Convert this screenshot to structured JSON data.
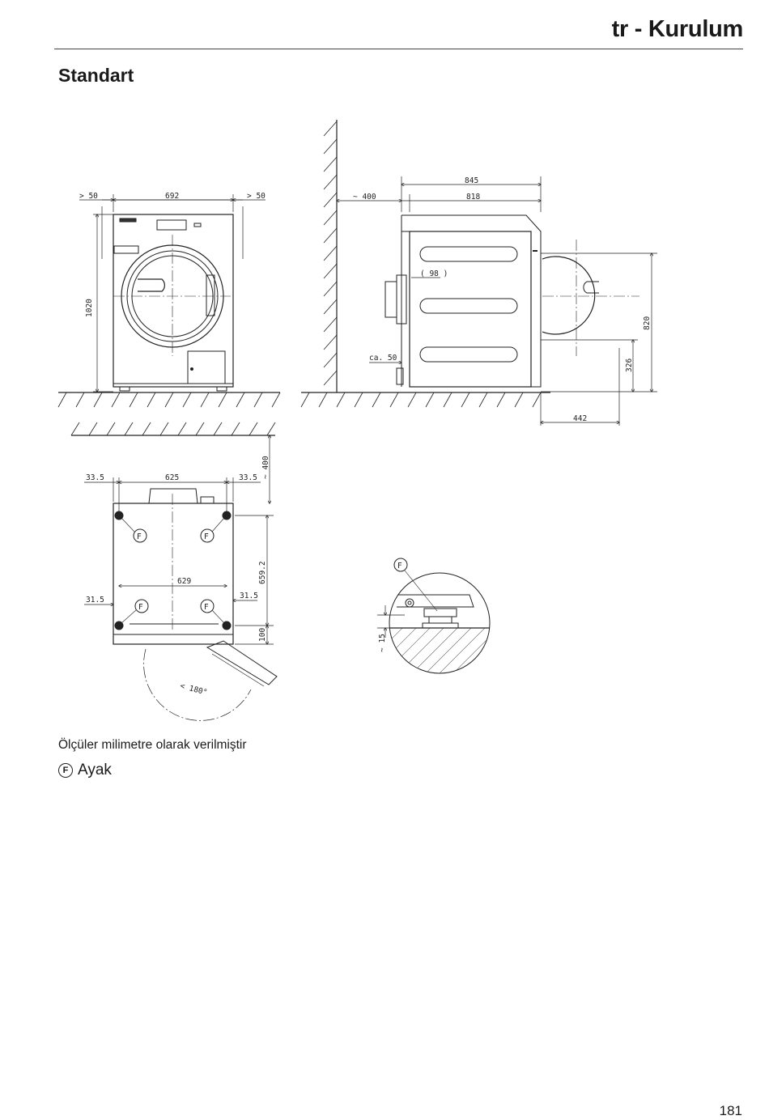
{
  "header": {
    "title": "tr - Kurulum"
  },
  "section": {
    "title": "Standart"
  },
  "drawing": {
    "front_view": {
      "dim_side_left": "> 50",
      "dim_width": "692",
      "dim_side_right": "> 50",
      "dim_height": "1020"
    },
    "side_view": {
      "dim_total_depth": "845",
      "dim_wall_gap": "~ 400",
      "dim_body_depth": "818",
      "dim_98": "( 98 )",
      "dim_ca50": "ca. 50",
      "dim_door_width": "442",
      "dim_door_top": "820",
      "dim_door_bottom": "326"
    },
    "top_view": {
      "dim_wall": "~ 400",
      "dim_left_margin": "33.5",
      "dim_width": "625",
      "dim_right_margin": "33.5",
      "dim_foot_spacing": "629",
      "dim_foot_left": "31.5",
      "dim_foot_right": "31.5",
      "dim_foot_depth": "659.2",
      "dim_front": "100",
      "dim_angle": "< 180°",
      "foot_label": "F"
    },
    "detail_view": {
      "foot_label": "F",
      "dim_height": "~ 15"
    }
  },
  "caption": "Ölçüler milimetre olarak verilmiştir",
  "legend": {
    "mark": "F",
    "label": "Ayak"
  },
  "page_number": "181"
}
